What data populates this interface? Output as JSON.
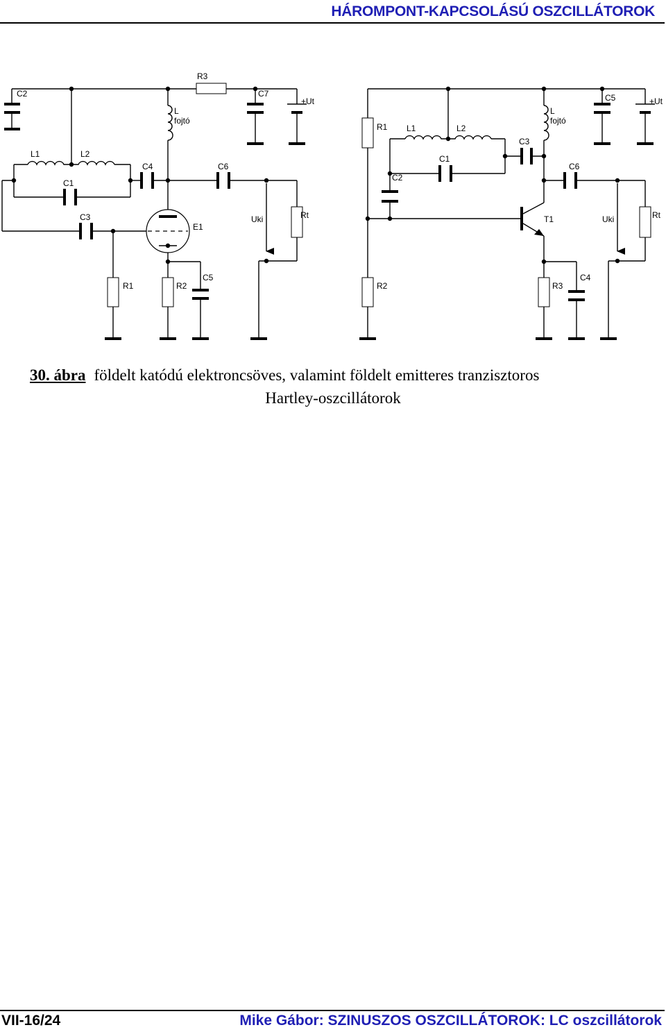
{
  "header": {
    "title": "HÁROMPONT-KAPCSOLÁSÚ OSZCILLÁTOROK"
  },
  "circuit_left": {
    "labels": {
      "C2": "C2",
      "R3": "R3",
      "C7": "C7",
      "Ut": "+Ut",
      "L": "L",
      "fojto": "fojtó",
      "L1": "L1",
      "L2": "L2",
      "C4": "C4",
      "C6": "C6",
      "C1": "C1",
      "C3": "C3",
      "E1": "E1",
      "Uki": "Uki",
      "Rt": "Rt",
      "R1": "R1",
      "R2": "R2",
      "C5": "C5"
    }
  },
  "circuit_right": {
    "labels": {
      "R1": "R1",
      "L1": "L1",
      "L2": "L2",
      "C3": "C3",
      "L": "L",
      "fojto": "fojtó",
      "C5": "C5",
      "Ut": "+Ut",
      "C1": "C1",
      "C2": "C2",
      "C6": "C6",
      "T1": "T1",
      "Uki": "Uki",
      "Rt": "Rt",
      "R2": "R2",
      "R3": "R3",
      "C4": "C4"
    }
  },
  "caption": {
    "number": "30. ábra",
    "line1": "földelt katódú elektroncsöves, valamint földelt emitteres tranzisztoros",
    "line2": "Hartley-oszcillátorok"
  },
  "footer": {
    "left": "VII-16/24",
    "right": "Mike Gábor: SZINUSZOS OSZCILLÁTOROK: LC oszcillátorok"
  }
}
